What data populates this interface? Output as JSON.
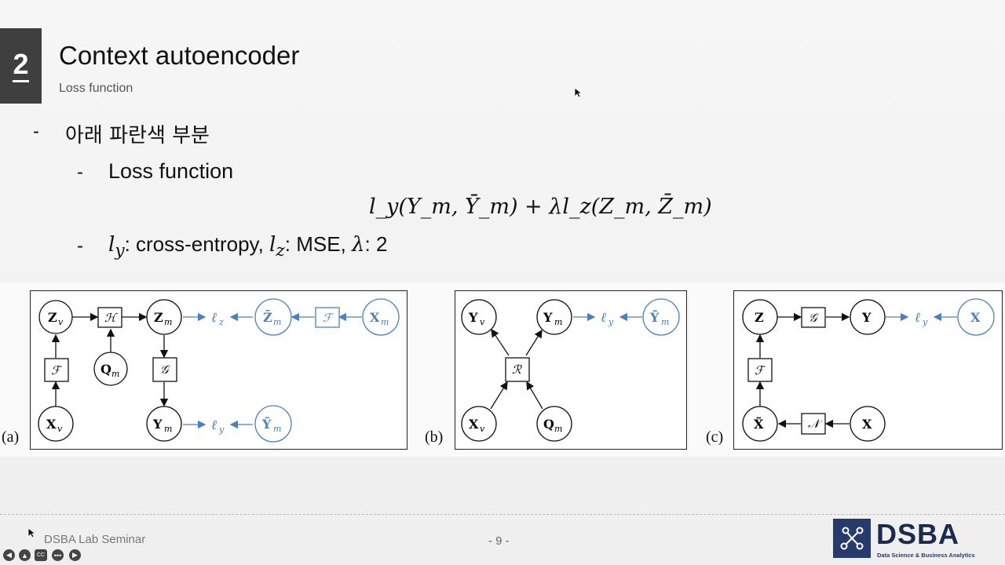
{
  "slide": {
    "section_number": "2",
    "title": "Context autoencoder",
    "subtitle": "Loss function",
    "bullet_1": "아래 파란색 부분",
    "bullet_2": "Loss function",
    "formula": "l_y(Y_m, Ȳ_m) + λl_z(Z_m, Z̄_m)",
    "params": {
      "ly": "l",
      "ly_sub": "y",
      "ly_text": ": cross-entropy, ",
      "lz": "l",
      "lz_sub": "z",
      "lz_text": ": MSE, ",
      "lambda": "λ",
      "lambda_text": ": 2"
    }
  },
  "figure": {
    "label_a": "(a)",
    "label_b": "(b)",
    "label_c": "(c)",
    "panel_a": {
      "nodes": {
        "Zv": "Z",
        "Zv_sub": "v",
        "H": "ℋ",
        "Zm": "Z",
        "Zm_sub": "m",
        "lz": "ℓ",
        "lz_sub": "z",
        "Zbar": "Z̄",
        "Zbar_sub": "m",
        "F_top": "ℱ",
        "Xm": "X",
        "Xm_sub": "m",
        "F_left": "ℱ",
        "Qm": "Q",
        "Qm_sub": "m",
        "G": "𝒢",
        "Xv": "X",
        "Xv_sub": "v",
        "Ym": "Y",
        "Ym_sub": "m",
        "ly": "ℓ",
        "ly_sub": "y",
        "Ybar": "Ȳ",
        "Ybar_sub": "m"
      }
    },
    "panel_b": {
      "nodes": {
        "Yv": "Y",
        "Yv_sub": "v",
        "Ym": "Y",
        "Ym_sub": "m",
        "ly": "ℓ",
        "ly_sub": "y",
        "Ybar": "Ȳ",
        "Ybar_sub": "m",
        "R": "ℛ",
        "Xv": "X",
        "Xv_sub": "v",
        "Qm": "Q",
        "Qm_sub": "m"
      }
    },
    "panel_c": {
      "nodes": {
        "Z": "Z",
        "G": "𝒢",
        "Y": "Y",
        "ly": "ℓ",
        "ly_sub": "y",
        "X_blue": "X",
        "F": "ℱ",
        "Xtilde": "X̃",
        "N": "𝒩",
        "X": "X"
      }
    },
    "colors": {
      "blue": "#4a7fc1",
      "black": "#111111"
    }
  },
  "footer": {
    "seminar": "DSBA Lab Seminar",
    "page": "- 9 -",
    "logo_text": "DSBA",
    "logo_sub": "Data Science & Business Analytics"
  },
  "controls": [
    "prev-icon",
    "pointer-icon",
    "captions-icon",
    "more-icon",
    "next-icon"
  ],
  "controls_labels": {
    "cc": "CC"
  }
}
